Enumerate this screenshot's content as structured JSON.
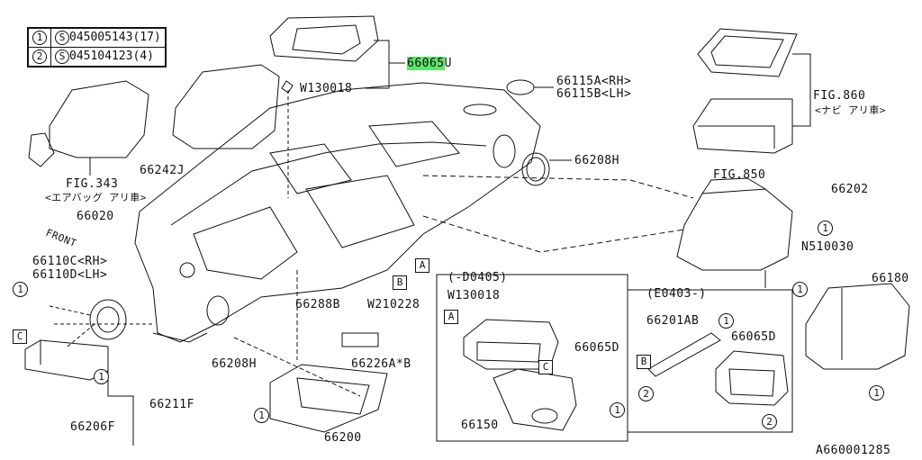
{
  "legend": [
    {
      "num": "1",
      "code": "S",
      "part": "045005143(17)"
    },
    {
      "num": "2",
      "code": "S",
      "part": "045104123(4)"
    }
  ],
  "labels": {
    "p66065_hl": "66065",
    "p66065_suffix": "U",
    "w130018_top": "W130018",
    "p66115a": "66115A<RH>",
    "p66115b": "66115B<LH>",
    "fig860": "FIG.860",
    "fig860_note": "<ナビ アリ車>",
    "p66242j": "66242J",
    "fig343": "FIG.343",
    "fig343_note": "<エアバッグ アリ車>",
    "p66208h_top": "66208H",
    "fig850": "FIG.850",
    "p66202": "66202",
    "p66020": "66020",
    "front": "FRONT",
    "p66110c": "66110C<RH>",
    "p66110d": "66110D<LH>",
    "n510030": "N510030",
    "p66180": "66180",
    "p66288b": "66288B",
    "w210228": "W210228",
    "d0405": "(-D0405)",
    "w130018_mid": "W130018",
    "p66065d_mid": "66065D",
    "e0403": "(E0403-)",
    "p66201ab": "66201AB",
    "p66065d_right": "66065D",
    "p66208h_bot": "66208H",
    "p66226a": "66226A*B",
    "p66211f": "66211F",
    "p66206f": "66206F",
    "p66200": "66200",
    "p66150": "66150",
    "ref": "A660001285"
  },
  "tags": {
    "A": "A",
    "B": "B",
    "C": "C",
    "one": "1",
    "two": "2"
  }
}
